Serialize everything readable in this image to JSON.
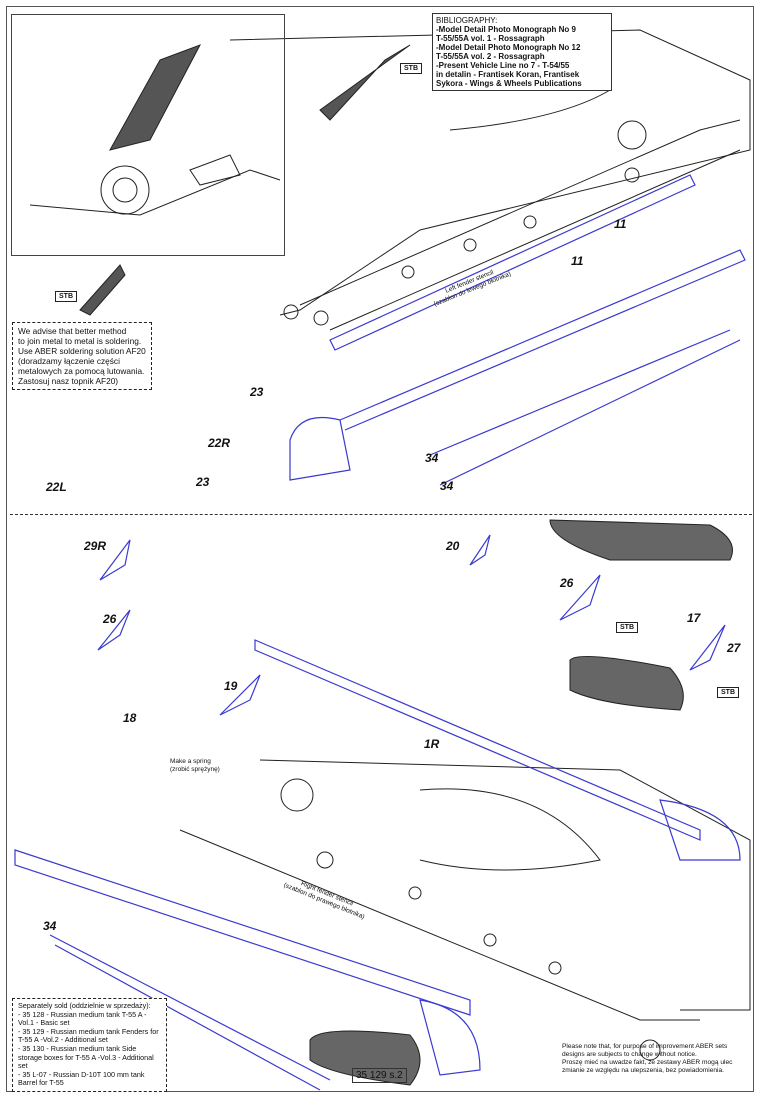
{
  "bibliography": {
    "title": "BIBLIOGRAPHY:",
    "lines": [
      "-Model Detail Photo Monograph No 9",
      "T-55/55A vol. 1 - Rossagraph",
      "-Model Detail Photo Monograph No 12",
      "T-55/55A vol. 2 - Rossagraph",
      "-Present Vehicle Line no 7 - T-54/55",
      "in detalin - Frantisek Koran, Frantisek",
      "Sykora - Wings & Wheels Publications"
    ]
  },
  "advise_note": [
    "We advise that better method",
    "to join metal to metal is soldering.",
    "Use ABER soldering solution AF20",
    "(doradzamy łączenie części",
    "metalowych za pomocą lutowania.",
    "Zastosuj nasz topnik AF20)"
  ],
  "separately_sold": [
    "Separately sold (oddzielnie w sprzedaży):",
    "- 35 128 - Russian medium tank T-55 A -Vol.1 - Basic set",
    "- 35 129 - Russian medium tank Fenders for T-55 A -Vol.2 - Additional set",
    "- 35 130 - Russian medium tank Side storage boxes for T-55 A -Vol.3 - Additional set",
    "- 35 L-07 - Russian D-10T 100 mm tank Barrel for T-55"
  ],
  "disclaimer": [
    "Please note that, for purpose of improvement ABER sets",
    "designs are subjects to change without notice.",
    "Proszę mieć na uwadze fakt, że zestawy ABER mogą ulec",
    "zmianie ze względu na ulepszenia, bez powiadomienia."
  ],
  "stencils": {
    "left": [
      "Left fender stencil",
      "(szablon do lewego błotnika)"
    ],
    "right": [
      "Right fender stencil",
      "(szablon do prawego błotnika)"
    ]
  },
  "spring_note": [
    "Make a spring",
    "(zrobić sprężynę)"
  ],
  "stb_label": "STB",
  "part_labels": {
    "p11a": "11",
    "p11b": "11",
    "p23a": "23",
    "p22r": "22R",
    "p22l": "22L",
    "p23b": "23",
    "p34a": "34",
    "p34b": "34",
    "p29r": "29R",
    "p20": "20",
    "p26a": "26",
    "p26b": "26",
    "p17": "17",
    "p27": "27",
    "p19": "19",
    "p18": "18",
    "p1r": "1R",
    "p34c": "34"
  },
  "page_number": "35 129 s.2",
  "colors": {
    "part_blue": "#3a3ad0",
    "line": "#222222",
    "box_gray": "#555555"
  }
}
